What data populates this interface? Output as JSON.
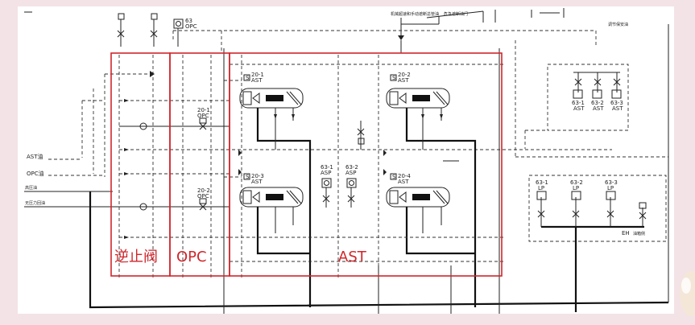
{
  "diagram": {
    "section_labels": {
      "check_valve": "逆止阀",
      "opc": "OPC",
      "ast": "AST"
    },
    "inlet_labels": {
      "ast_oil": "AST油",
      "opc_oil": "OPC油",
      "high_pressure_oil": "高压油",
      "pressure_return": "无压力回油"
    },
    "top_labels": {
      "top_center": "机械超速和手动遮断总管油",
      "top_mid": "危急遮断油门",
      "top_right": "调节保安油"
    },
    "tags": {
      "t63": "63",
      "topc": "OPC",
      "s201": "20-1",
      "s202": "20-2",
      "s203": "20-3",
      "s204": "20-4",
      "ast": "AST",
      "opc1": "20-1",
      "opc2": "20-2",
      "opc_sub": "OPC",
      "asp1": "63-1",
      "asp2": "63-2",
      "asp": "ASP",
      "r1": "63-1",
      "r2": "63-2",
      "r3": "63-3",
      "lp1": "63-1",
      "lp2": "63-2",
      "lp3": "63-3",
      "lp": "LP",
      "eh": "EH",
      "eh_sub": "油箱侧",
      "sol_s": "S"
    }
  }
}
